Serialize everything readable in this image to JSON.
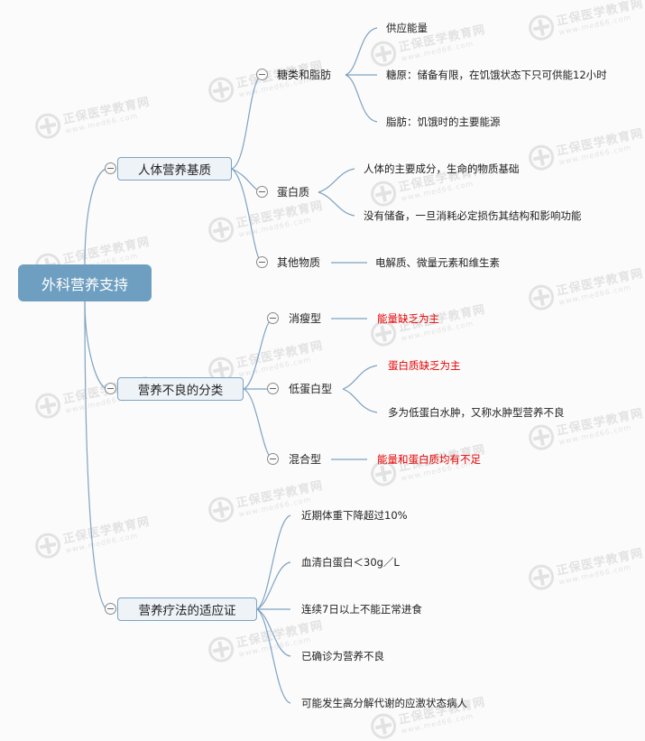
{
  "root": {
    "label": "外科营养支持"
  },
  "colors": {
    "root_bg": "#6f9fc0",
    "link": "#7ea3c2",
    "highlight": "#e60000",
    "branch_bg": "#eef3f8"
  },
  "watermark": {
    "name": "正保医学教育网",
    "url": "www.med66.com"
  },
  "branches": [
    {
      "label": "人体营养基质",
      "children": [
        {
          "label": "糖类和脂肪",
          "leaves": [
            {
              "text": "供应能量",
              "highlight": false
            },
            {
              "text": "糖原：储备有限，在饥饿状态下只可供能12小时",
              "highlight": false
            },
            {
              "text": "脂肪：饥饿时的主要能源",
              "highlight": false
            }
          ]
        },
        {
          "label": "蛋白质",
          "leaves": [
            {
              "text": "人体的主要成分，生命的物质基础",
              "highlight": false
            },
            {
              "text": "没有储备，一旦消耗必定损伤其结构和影响功能",
              "highlight": false
            }
          ]
        },
        {
          "label": "其他物质",
          "leaves": [
            {
              "text": "电解质、微量元素和维生素",
              "highlight": false
            }
          ]
        }
      ]
    },
    {
      "label": "营养不良的分类",
      "children": [
        {
          "label": "消瘦型",
          "leaves": [
            {
              "text": "能量缺乏为主",
              "highlight": true
            }
          ]
        },
        {
          "label": "低蛋白型",
          "leaves": [
            {
              "text": "蛋白质缺乏为主",
              "highlight": true
            },
            {
              "text": "多为低蛋白水肿，又称水肿型营养不良",
              "highlight": false
            }
          ]
        },
        {
          "label": "混合型",
          "leaves": [
            {
              "text": "能量和蛋白质均有不足",
              "highlight": true
            }
          ]
        }
      ]
    },
    {
      "label": "营养疗法的适应证",
      "leaves": [
        {
          "text": "近期体重下降超过10%",
          "highlight": false
        },
        {
          "text": "血清白蛋白＜30g／L",
          "highlight": false
        },
        {
          "text": "连续7日以上不能正常进食",
          "highlight": false
        },
        {
          "text": "已确诊为营养不良",
          "highlight": false
        },
        {
          "text": "可能发生高分解代谢的应激状态病人",
          "highlight": false
        }
      ]
    }
  ]
}
